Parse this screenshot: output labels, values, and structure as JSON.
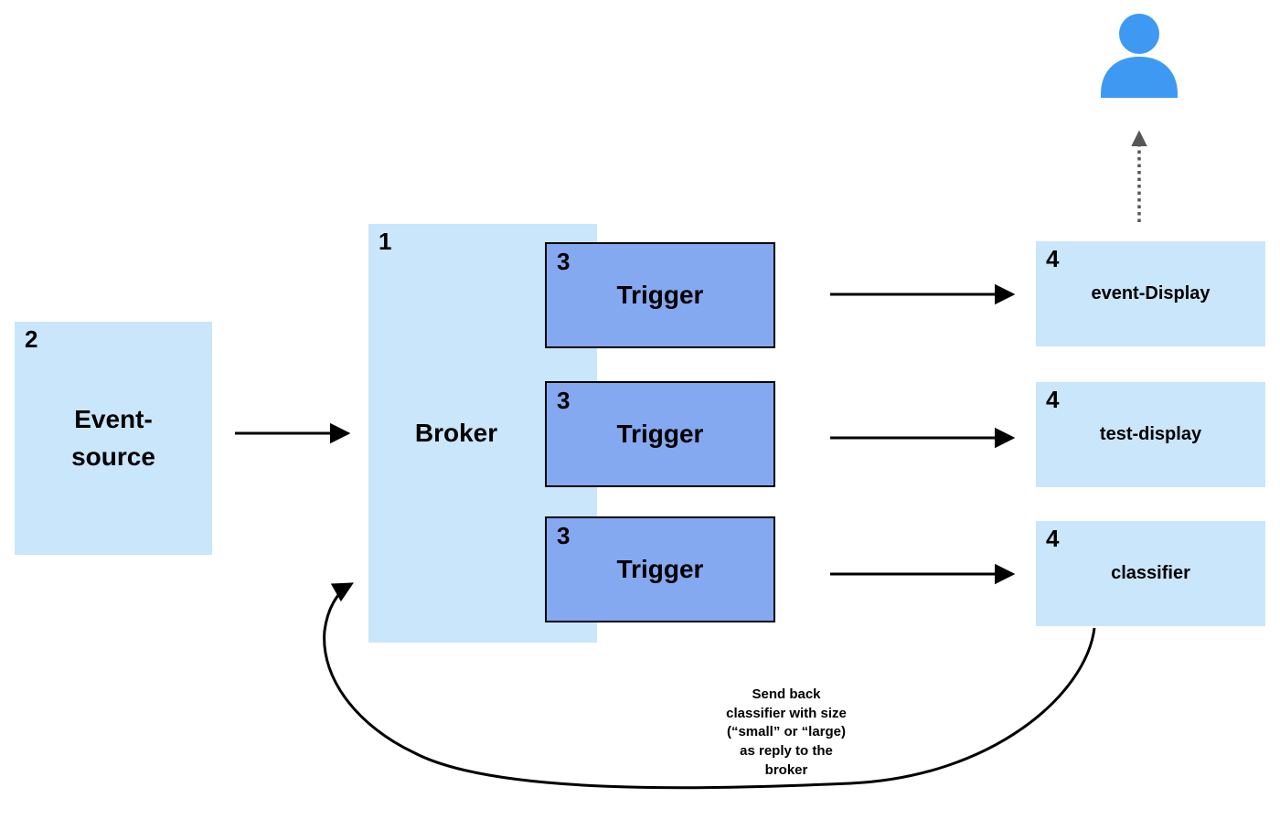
{
  "colors": {
    "box_light_blue": "#C9E6FA",
    "box_trigger_blue": "#85A9F1",
    "person_icon_blue": "#3D99F2",
    "arrow_black": "#000000",
    "dotted_arrow_gray": "#575757"
  },
  "diagram": {
    "event_source": {
      "number": "2",
      "label": "Event-\nsource"
    },
    "broker": {
      "number": "1",
      "label": "Broker"
    },
    "triggers": [
      {
        "number": "3",
        "label": "Trigger"
      },
      {
        "number": "3",
        "label": "Trigger"
      },
      {
        "number": "3",
        "label": "Trigger"
      }
    ],
    "services": [
      {
        "number": "4",
        "label": "event-Display"
      },
      {
        "number": "4",
        "label": "test-display"
      },
      {
        "number": "4",
        "label": "classifier"
      }
    ],
    "annotation": "Send back\nclassifier with size\n(“small” or “large)\nas reply to the\nbroker",
    "icons": {
      "person": "user-icon"
    }
  }
}
